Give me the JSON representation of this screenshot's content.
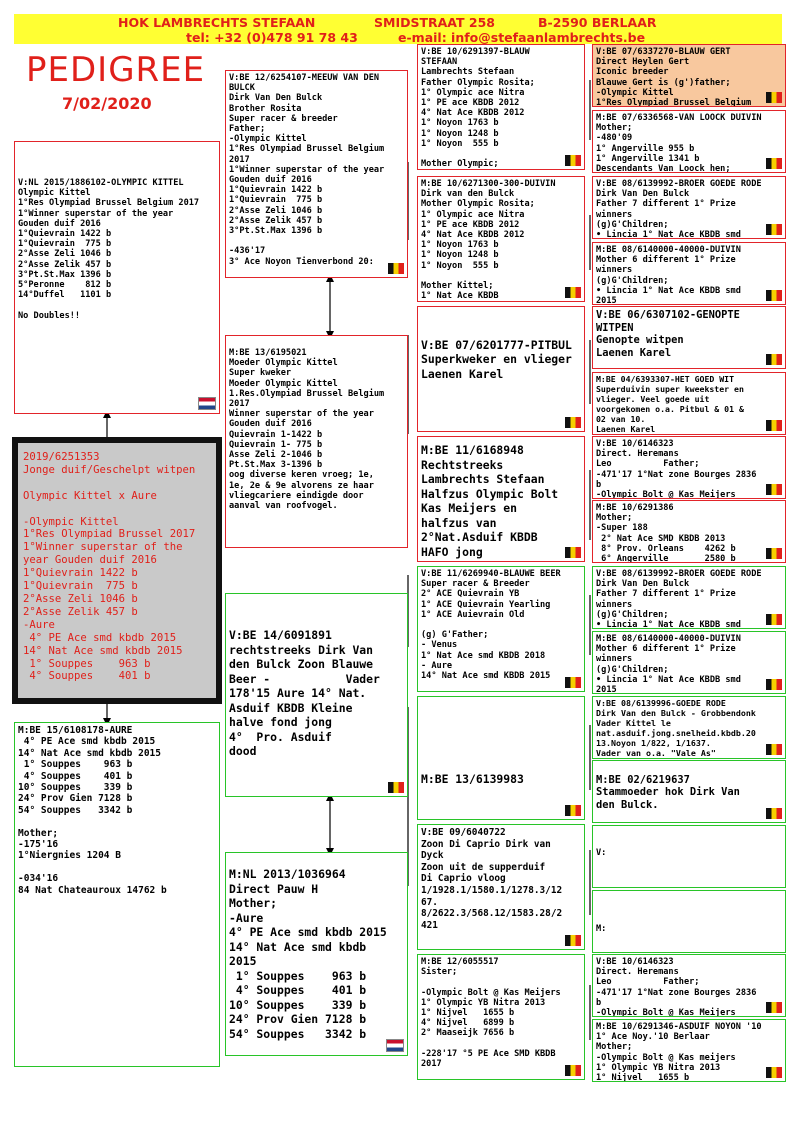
{
  "header": {
    "loft": "HOK LAMBRECHTS STEFAAN",
    "street": "SMIDSTRAAT 258",
    "city": "B-2590 BERLAAR",
    "tel": "tel: +32 (0)478 91 78 43",
    "email": "e-mail: info@stefaanlambrechts.be"
  },
  "title": "PEDIGREE",
  "date": "7/02/2020",
  "subject": "2019/6251353\nJonge duif/Geschelpt witpen\n\nOlympic Kittel x Aure\n\n-Olympic Kittel\n1°Res Olympiad Brussel 2017\n1°Winner superstar of the\nyear Gouden duif 2016\n1°Quievrain 1422 b\n1°Quievrain  775 b\n2°Asse Zeli 1046 b\n2°Asse Zelik 457 b\n-Aure\n 4° PE Ace smd kbdb 2015\n14° Nat Ace smd kbdb 2015\n 1° Souppes    963 b\n 4° Souppes    401 b",
  "g1": {
    "father": "V:NL 2015/1886102-OLYMPIC KITTEL\nOlympic Kittel\n1°Res Olympiad Brussel Belgium 2017\n1°Winner superstar of the year\nGouden duif 2016\n1°Quievrain 1422 b\n1°Quievrain  775 b\n2°Asse Zeli 1046 b\n2°Asse Zelik 457 b\n3°Pt.St.Max 1396 b\n5°Peronne    812 b\n14°Duffel   1101 b\n\nNo Doubles!!",
    "mother": "M:BE 15/6108178-AURE\n 4° PE Ace smd kbdb 2015\n14° Nat Ace smd kbdb 2015\n 1° Souppes    963 b\n 4° Souppes    401 b\n10° Souppes    339 b\n24° Prov Gien 7128 b\n54° Souppes   3342 b\n\nMother;\n-175'16\n1°Niergnies 1204 B\n\n-034'16\n84 Nat Chateauroux 14762 b"
  },
  "g2": {
    "ff": "V:BE 12/6254107-MEEUW VAN DEN\nBULCK\nDirk Van Den Bulck\nBrother Rosita\nSuper racer & breeder\nFather;\n-Olympic Kittel\n1°Res Olympiad Brussel Belgium\n2017\n1°Winner superstar of the year\nGouden duif 2016\n1°Quievrain 1422 b\n1°Quievrain  775 b\n2°Asse Zeli 1046 b\n2°Asse Zelik 457 b\n3°Pt.St.Max 1396 b\n\n-436'17\n3° Ace Noyon Tienverbond 20:",
    "fm": "M:BE 13/6195021\nMoeder Olympic Kittel\nSuper kweker\nMoeder Olympic Kittel\n1.Res.Olympiad Brussel Belgium\n2017\nWinner superstar of the year\nGouden duif 2016\nQuievrain 1-1422 b\nQuievrain 1- 775 b\nAsse Zeli 2-1046 b\nPt.St.Max 3-1396 b\noog diverse keren vroeg; 1e,\n1e, 2e & 9e alvorens ze haar\nvliegcariere eindigde door\naanval van roofvogel.",
    "mf": "V:BE 14/6091891\nrechtstreeks Dirk Van\nden Bulck Zoon Blauwe\nBeer -           Vader\n178'15 Aure 14° Nat.\nAsduif KBDB Kleine\nhalve fond jong\n4°  Pro. Asduif\ndood",
    "mm": "M:NL 2013/1036964\nDirect Pauw H\nMother;\n-Aure\n4° PE Ace smd kbdb 2015\n14° Nat Ace smd kbdb\n2015\n 1° Souppes    963 b\n 4° Souppes    401 b\n10° Souppes    339 b\n24° Prov Gien 7128 b\n54° Souppes   3342 b"
  },
  "g3": [
    "V:BE 10/6291397-BLAUW\nSTEFAAN\nLambrechts Stefaan\nFather Olympic Rosita;\n1° Olympic ace Nitra\n1° PE ace KBDB 2012\n4° Nat Ace KBDB 2012\n1° Noyon 1763 b\n1° Noyon 1248 b\n1° Noyon  555 b\n\nMother Olympic;",
    "M:BE 10/6271300-300-DUIVIN\nDirk van den Bulck\nMother Olympic Rosita;\n1° Olympic ace Nitra\n1° PE ace KBDB 2012\n4° Nat Ace KBDB 2012\n1° Noyon 1763 b\n1° Noyon 1248 b\n1° Noyon  555 b\n\nMother Kittel;\n1° Nat Ace KBDB",
    "\nV:BE 07/6201777-PITBUL\nSuperkweker en vlieger\nLaenen Karel",
    "M:BE 11/6168948\nRechtstreeks\nLambrechts Stefaan\nHalfzus Olympic Bolt\nKas Meijers en\nhalfzus van\n2°Nat.Asduif KBDB\nHAFO jong",
    "V:BE 11/6269940-BLAUWE BEER\nSuper racer & Breeder\n2° ACE Quievrain YB\n1° ACE Quievrain Yearling\n1° ACE Auievrain Old\n\n(g) G'Father;\n- Venus\n1° Nat Ace smd KBDB 2018\n- Aure\n14° Nat Ace smd KBDB 2015",
    "\n\n\n\n\nM:BE 13/6139983",
    "V:BE 09/6040722\nZoon Di Caprio Dirk van\nDyck\nZoon uit de supperduif\nDi Caprio vloog\n1/1928.1/1580.1/1278.3/12\n67.\n8/2622.3/568.12/1583.28/2\n421",
    "M:BE 12/6055517\nSister;\n\n-Olympic Bolt @ Kas Meijers\n1° Olympic YB Nitra 2013\n1° Nijvel   1655 b\n4° Nijvel   6899 b\n2° Maaseijk 7656 b\n\n-228'17 °5 PE Ace SMD KBDB\n2017"
  ],
  "g4": [
    "V:BE 07/6337270-BLAUW GERT\nDirect Heylen Gert\nIconic breeder\nBlauwe Gert is (g')father;\n-Olympic Kittel\n1°Res Olympiad Brussel Belgium",
    "M:BE 07/6336568-VAN LOOCK DUIVIN\nMother;\n-480'09\n1° Angerville 955 b\n1° Angerville 1341 b\nDescendants Van Loock hen;",
    "V:BE 08/6139992-BROER GOEDE RODE\nDirk Van Den Bulck\nFather 7 different 1° Prize\nwinners\n(g)G'Children;\n• Lincia 1° Nat Ace KBDB smd",
    "M:BE 08/6140000-40000-DUIVIN\nMother 6 different 1° Prize\nwinners\n(g)G'Children;\n• Lincia 1° Nat Ace KBDB smd\n2015",
    "V:BE 06/6307102-GENOPTE\nWITPEN\nGenopte witpen\nLaenen Karel",
    "M:BE 04/6393307-HET GOED WIT\nSuperduivin super kweekster en\nvlieger. Veel goede uit\nvoorgekomen o.a. Pitbul & 01 &\n02 van 10.\nLaenen Karel",
    "V:BE 10/6146323\nDirect. Heremans\nLeo          Father;\n-471'17 1°Nat zone Bourges 2836\nb\n-Olympic Bolt @ Kas Meijers",
    "M:BE 10/6291386\nMother;\n-Super 188\n 2° Nat Ace SMD KBDB 2013\n 8° Prov. Orleans    4262 b\n 6° Angerville       2580 b",
    "V:BE 08/6139992-BROER GOEDE RODE\nDirk Van Den Bulck\nFather 7 different 1° Prize\nwinners\n(g)G'Children;\n• Lincia 1° Nat Ace KBDB smd",
    "M:BE 08/6140000-40000-DUIVIN\nMother 6 different 1° Prize\nwinners\n(g)G'Children;\n• Lincia 1° Nat Ace KBDB smd\n2015",
    "V:BE 08/6139996-GOEDE RODE\nDirk Van den Bulck - Grobbendonk\nVader Kittel le\nnat.asduif.jong.snelheid.kbdb.20\n13.Noyon 1/822, 1/1637.\nVader van o.a. \"Vale As\"",
    "\nM:BE 02/6219637\nStammoeder hok Dirk Van\nden Bulck.",
    "\n\nV:",
    "\n\n\nM:",
    "V:BE 10/6146323\nDirect. Heremans\nLeo          Father;\n-471'17 1°Nat zone Bourges 2836\nb\n-Olympic Bolt @ Kas Meijers",
    "M:BE 10/6291346-ASDUIF NOYON '10\n1° Ace Noy.'10 Berlaar\nMother;\n-Olympic Bolt @ Kas meijers\n1° Olympic YB Nitra 2013\n1° Nijvel   1655 b"
  ]
}
